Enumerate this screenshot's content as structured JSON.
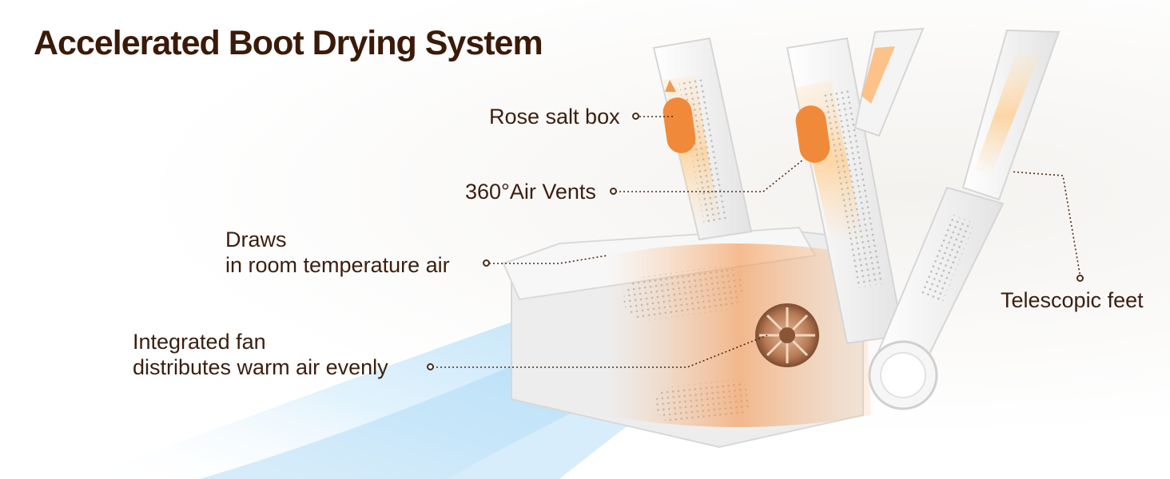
{
  "title": "Accelerated Boot Drying System",
  "callouts": {
    "rose_salt_box": "Rose salt box",
    "air_vents": "360°Air Vents",
    "draws_line1": "Draws",
    "draws_line2": "in room temperature air",
    "fan_line1": "Integrated fan",
    "fan_line2": "distributes warm air evenly",
    "telescopic_feet": "Telescopic feet"
  },
  "colors": {
    "title": "#3a1a08",
    "text": "#3a1f0f",
    "warm_air": "#f39a4e",
    "cool_air": "#7cc3ee",
    "device": "#f2f2f2"
  }
}
